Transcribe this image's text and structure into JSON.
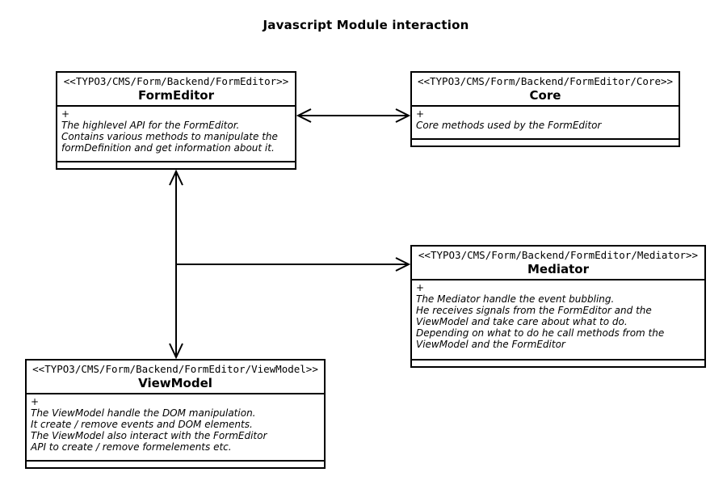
{
  "title": "Javascript Module interaction",
  "classes": {
    "formEditor": {
      "stereotype": "<<TYPO3/CMS/Form/Backend/FormEditor>>",
      "name": "FormEditor",
      "visibility": "+",
      "description": "The highlevel API for the FormEditor.\nContains various methods to manipulate the\nformDefinition and get information about it."
    },
    "core": {
      "stereotype": "<<TYPO3/CMS/Form/Backend/FormEditor/Core>>",
      "name": "Core",
      "visibility": "+",
      "description": "Core methods used by the FormEditor"
    },
    "mediator": {
      "stereotype": "<<TYPO3/CMS/Form/Backend/FormEditor/Mediator>>",
      "name": "Mediator",
      "visibility": "+",
      "description": "The Mediator handle the event bubbling.\nHe receives signals from the FormEditor and the\nViewModel and take care about what to do.\nDepending on what to do he call methods from the\nViewModel and the FormEditor"
    },
    "viewModel": {
      "stereotype": "<<TYPO3/CMS/Form/Backend/FormEditor/ViewModel>>",
      "name": "ViewModel",
      "visibility": "+",
      "description": "The ViewModel handle the DOM manipulation.\nIt create / remove events and DOM elements.\nThe ViewModel also interact with the FormEditor\nAPI to create / remove formelements etc."
    }
  },
  "connections": [
    {
      "from": "FormEditor",
      "to": "Core",
      "style": "double-arrow"
    },
    {
      "from": "FormEditor",
      "to": "ViewModel",
      "style": "double-arrow"
    },
    {
      "from": "FormEditor-ViewModel-line",
      "to": "Mediator",
      "style": "arrow"
    }
  ],
  "colors": {
    "background": "#ffffff",
    "line": "#000000",
    "text": "#000000"
  }
}
